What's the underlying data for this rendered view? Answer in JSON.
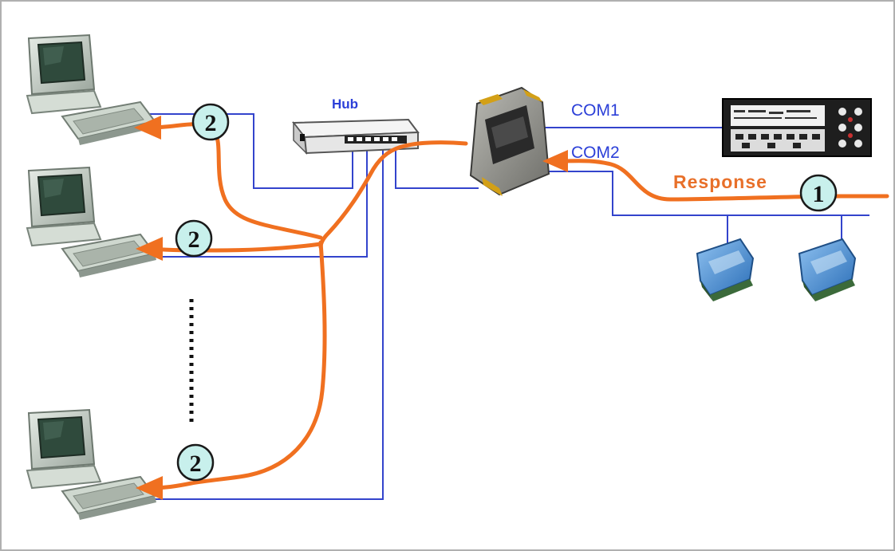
{
  "diagram": {
    "hub_label": "Hub",
    "com1_label": "COM1",
    "com2_label": "COM2",
    "response_label": "Response",
    "step1_number": "1",
    "step2_number": "2"
  },
  "colors": {
    "wire": "#3344cc",
    "arrow": "#f07020",
    "badge_fill": "#c8f0ec",
    "label_blue": "#2b3fd8",
    "label_orange": "#e8702a"
  }
}
